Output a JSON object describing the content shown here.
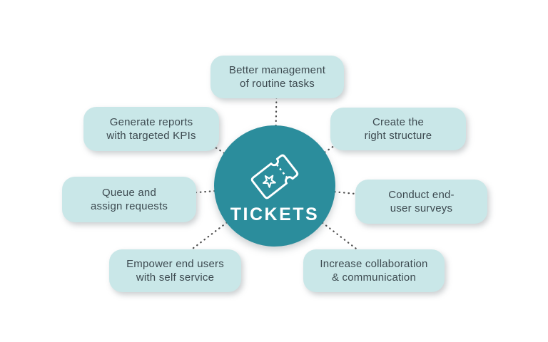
{
  "diagram": {
    "center": {
      "label": "TICKETS",
      "icon": "ticket-icon"
    },
    "nodes": [
      {
        "line1": "Better management",
        "line2": "of routine tasks"
      },
      {
        "line1": "Generate reports",
        "line2": "with targeted KPIs"
      },
      {
        "line1": "Create the",
        "line2": "right structure"
      },
      {
        "line1": "Queue and",
        "line2": "assign requests"
      },
      {
        "line1": "Conduct end-",
        "line2": "user surveys"
      },
      {
        "line1": "Empower end users",
        "line2": "with self service"
      },
      {
        "line1": "Increase collaboration",
        "line2": "& communication"
      }
    ],
    "colors": {
      "center_fill": "#2b8d9c",
      "node_fill": "#c9e7e8",
      "node_text": "#3d4a50",
      "connector": "#4d4d4d",
      "background": "#ffffff"
    }
  }
}
